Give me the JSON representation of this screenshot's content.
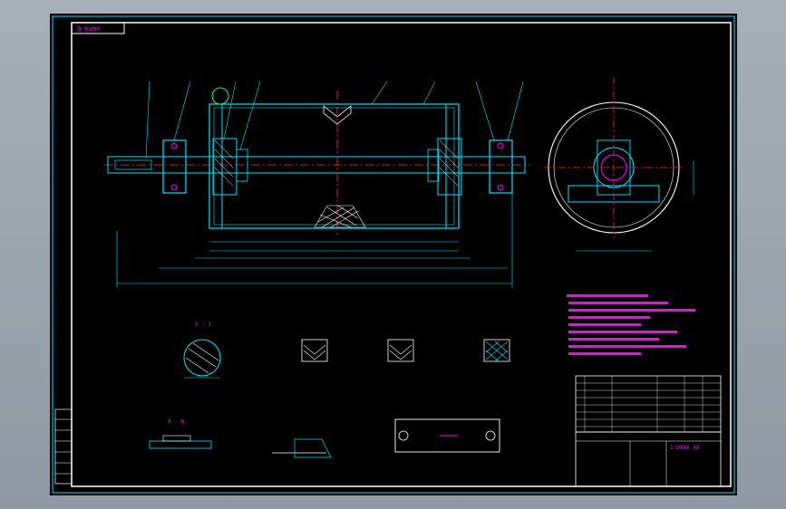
{
  "window": {
    "title": ""
  },
  "drawing": {
    "title_tag": "Q Kzmn",
    "section_label_shaft": "I - I",
    "section_label_detail": "A - A",
    "sheet_code": "1-DXXX XX"
  },
  "colors": {
    "background": "#000000",
    "border": "#ffffff",
    "outline": "#00e5ff",
    "dimension": "#00ffff",
    "centerline": "#ff2a2a",
    "text": "#ff00ff",
    "hatch": "#ffffff",
    "title_block": "#ffffff",
    "frame": "#00ffff"
  },
  "icons": {
    "section_marker": "circle-callout-icon",
    "hatch_pattern": "crosshatch-icon"
  }
}
